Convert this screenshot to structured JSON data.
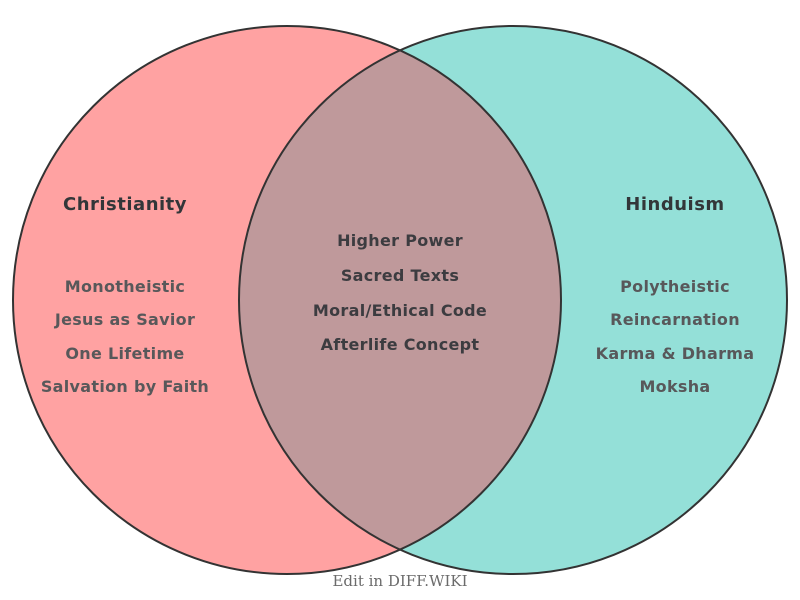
{
  "diagram": {
    "type": "venn",
    "left": {
      "title": "Christianity",
      "items": [
        "Monotheistic",
        "Jesus as Savior",
        "One Lifetime",
        "Salvation by Faith"
      ],
      "fill_color": "#ffa2a2"
    },
    "right": {
      "title": "Hinduism",
      "items": [
        "Polytheistic",
        "Reincarnation",
        "Karma & Dharma",
        "Moksha"
      ],
      "fill_color": "#94e0d8"
    },
    "overlap": {
      "items": [
        "Higher Power",
        "Sacred Texts",
        "Moral/Ethical Code",
        "Afterlife Concept"
      ],
      "fill_color": "#bf999b"
    },
    "outline_color": "#333333",
    "heading_text_color": "#333639",
    "side_item_text_color": "#58585a",
    "overlap_item_text_color": "#3c3c40"
  },
  "footer": {
    "caption": "Edit in DIFF.WIKI",
    "caption_color": "#6b6b6b"
  }
}
